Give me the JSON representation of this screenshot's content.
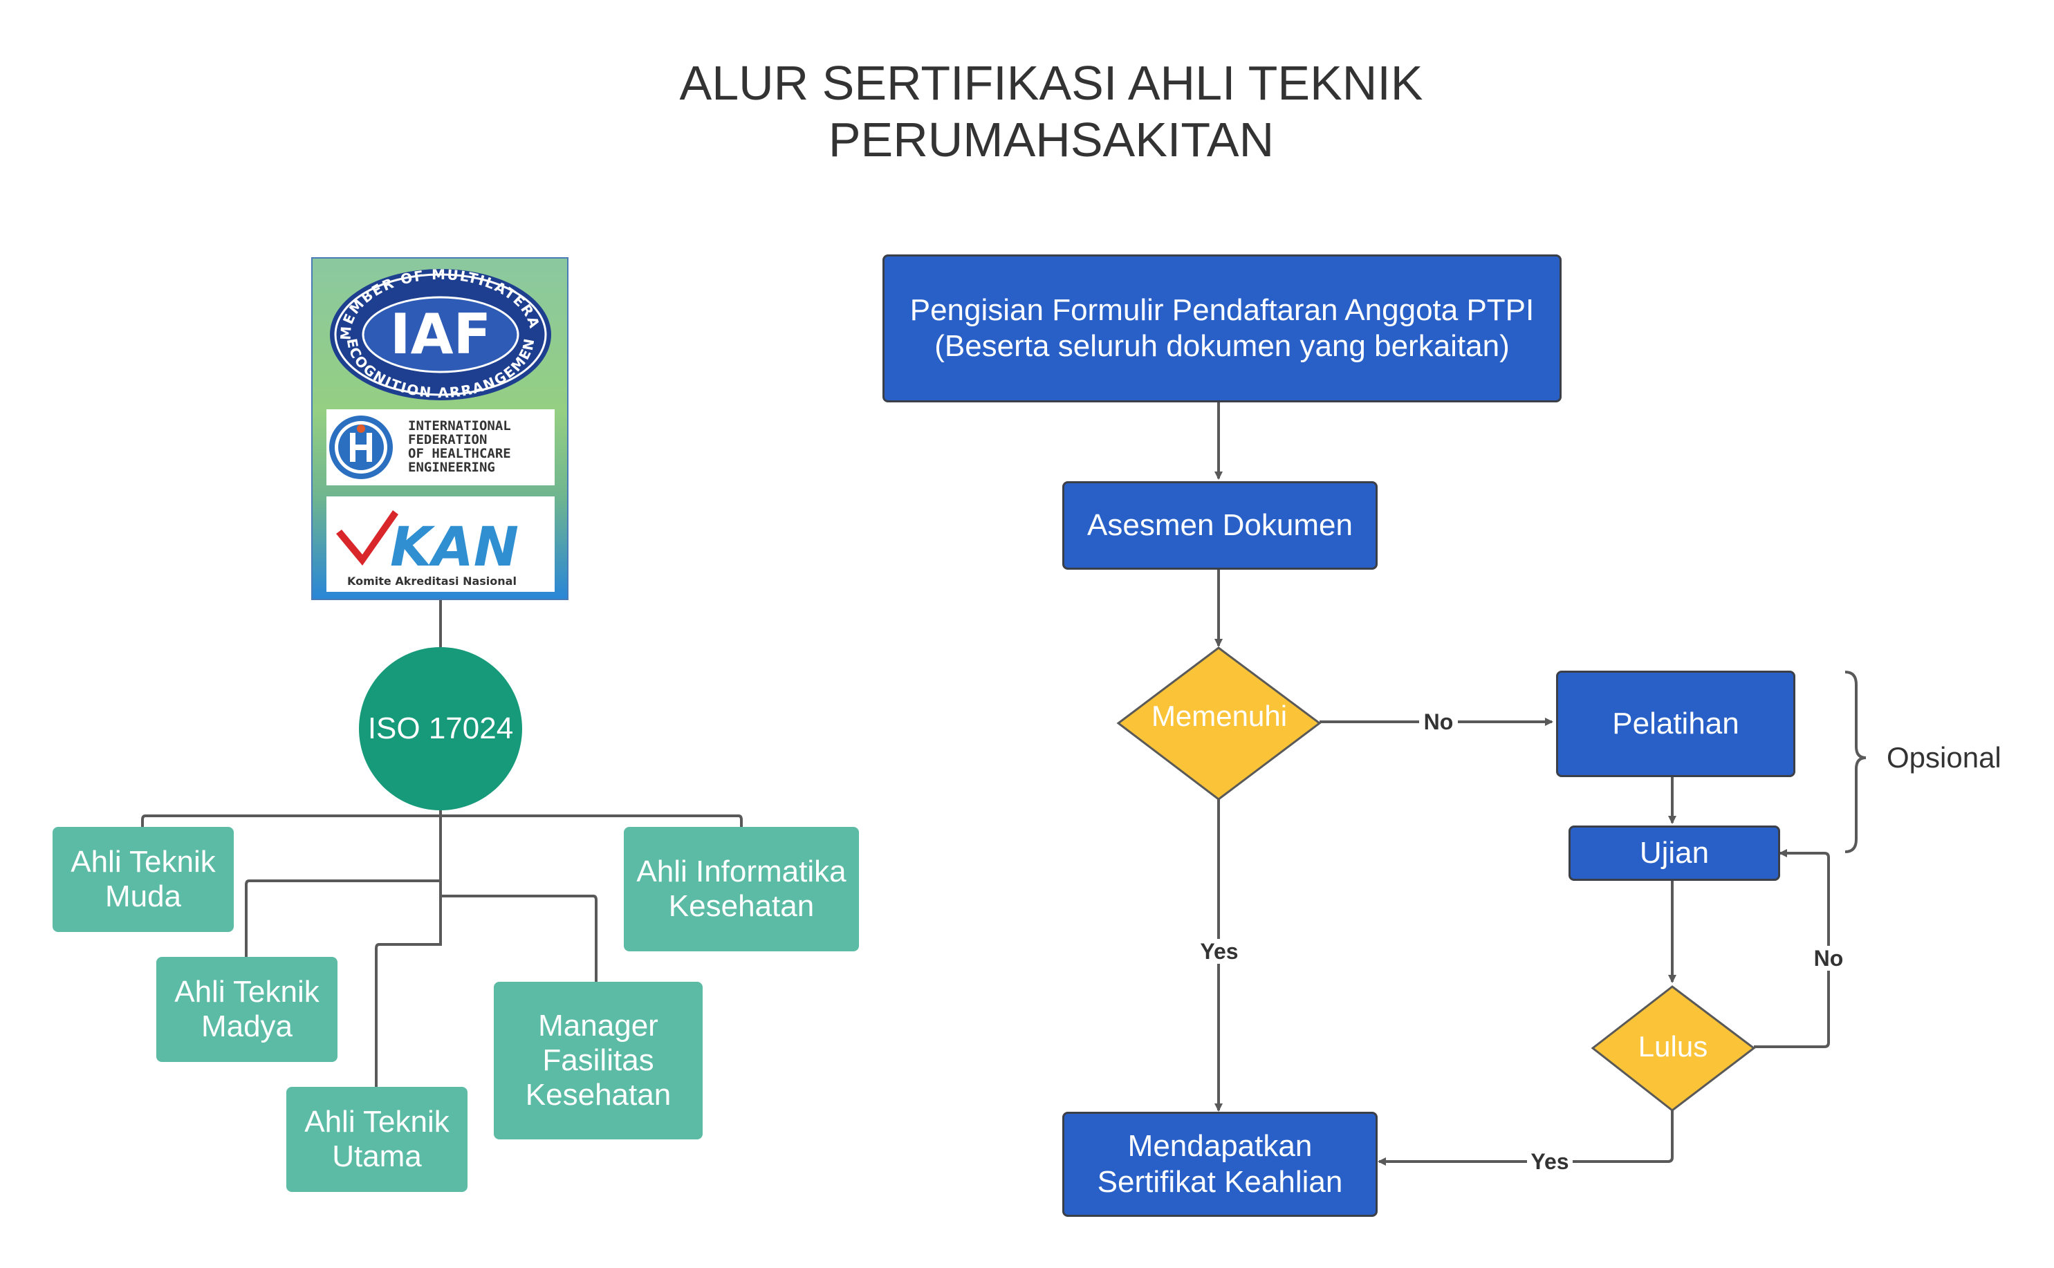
{
  "title": {
    "line1": "ALUR SERTIFIKASI AHLI TEKNIK",
    "line2": "PERUMAHSAKITAN"
  },
  "logos": {
    "iaf": {
      "ring_top": "MEMBER OF MULTILATERAL",
      "ring_bottom": "RECOGNITION ARRANGEMENT",
      "letters": "IAF"
    },
    "ifhe": {
      "lines": [
        "INTERNATIONAL",
        "FEDERATION",
        "OF HEALTHCARE",
        "ENGINEERING"
      ]
    },
    "kan": {
      "letters": "KAN",
      "subtitle": "Komite Akreditasi Nasional"
    }
  },
  "hierarchy": {
    "root": "ISO 17024",
    "children": [
      "Ahli Teknik\nMuda",
      "Ahli Teknik\nMadya",
      "Ahli Teknik\nUtama",
      "Manager\nFasilitas\nKesehatan",
      "Ahli Informatika\nKesehatan"
    ]
  },
  "flow": {
    "step1": "Pengisian Formulir Pendaftaran Anggota PTPI\n(Beserta seluruh dokumen yang berkaitan)",
    "step2": "Asesmen Dokumen",
    "decision1": "Memenuhi",
    "training": "Pelatihan",
    "exam": "Ujian",
    "decision2": "Lulus",
    "result": "Mendapatkan\nSertifikat Keahlian",
    "label_no_1": "No",
    "label_yes_1": "Yes",
    "label_no_2": "No",
    "label_yes_2": "Yes",
    "optional": "Opsional"
  },
  "colors": {
    "blue": "#2860c8",
    "green": "#5bbba4",
    "teal": "#169a7a",
    "yellow": "#fbc438",
    "line": "#595959"
  }
}
